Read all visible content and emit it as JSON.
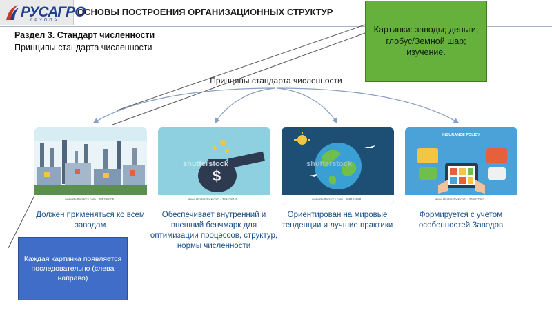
{
  "header": {
    "logo": "РУСАГРО",
    "logo_sub": "ГРУППА",
    "title": "ОСНОВЫ ПОСТРОЕНИЯ ОРГАНИЗАЦИОННЫХ СТРУКТУР"
  },
  "section": {
    "title": "Раздел 3. Стандарт численности",
    "subtitle": "Принципы стандарта численности"
  },
  "note_green": {
    "text": "Картинки: заводы; деньги; глобус/Земной шар; изучение."
  },
  "center_label": "Принципы стандарта численности",
  "cards": [
    {
      "caption": "Должен применяться ко всем заводам",
      "watermark": "www.shutterstock.com · 486220105",
      "icon": "factory-illustration"
    },
    {
      "caption": "Обеспечивает внутренний и внешний бенчмарк для оптимизации процессов, структур, нормы численности",
      "watermark": "www.shutterstock.com · 229478740",
      "overlay": "shutterstock",
      "icon": "money-bag-illustration"
    },
    {
      "caption": "Ориентирован на мировые тенденции и лучшие практики",
      "watermark": "www.shutterstock.com · 269104688",
      "overlay": "shutterstock",
      "icon": "globe-illustration"
    },
    {
      "caption": "Формируется с учетом особенностей Заводов",
      "watermark": "www.shutterstock.com · 265017567",
      "banner": "INSURANCE POLICY",
      "icon": "tablet-study-illustration"
    }
  ],
  "note_blue": {
    "text": "Каждая картинка появляется последовательно (слева направо)"
  },
  "colors": {
    "green_note": "#66b03c",
    "blue_note": "#3f6dc7",
    "caption": "#1c4f87",
    "logo": "#1f3f8f"
  }
}
